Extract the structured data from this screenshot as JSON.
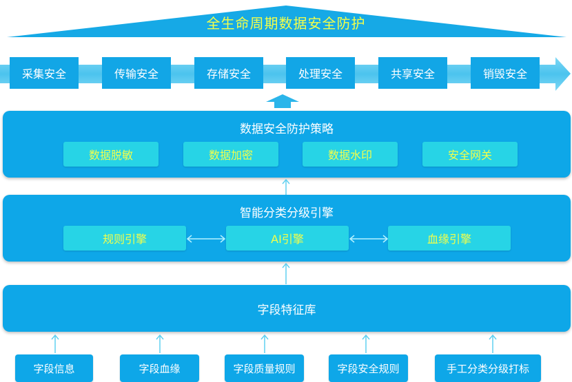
{
  "top_banner": {
    "title": "全生命周期数据安全防护"
  },
  "lifecycle_stages": [
    "采集安全",
    "传输安全",
    "存储安全",
    "处理安全",
    "共享安全",
    "销毁安全"
  ],
  "strategy": {
    "title": "数据安全防护策略",
    "items": [
      "数据脱敏",
      "数据加密",
      "数据水印",
      "安全网关"
    ]
  },
  "engine": {
    "title": "智能分类分级引擎",
    "items": [
      "规则引擎",
      "AI引擎",
      "血缘引擎"
    ]
  },
  "feature_library": {
    "title": "字段特征库"
  },
  "sources": [
    "字段信息",
    "字段血缘",
    "字段质量规则",
    "字段安全规则",
    "手工分类分级打标"
  ],
  "colors": {
    "primary": "#0ea7e8",
    "chip": "#27d4e6",
    "highlight_text": "#f3ff4a",
    "arrow": "#5fd0f0",
    "stage_band": "#5cc9f0"
  }
}
